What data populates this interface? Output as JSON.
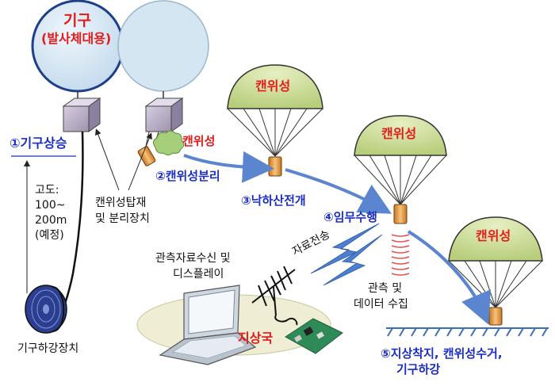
{
  "balloon": {
    "title": "기구",
    "subtitle": "(발사체대용)"
  },
  "steps": {
    "ascent": "①기구상승",
    "separation": "②캔위성분리",
    "deploy": "③낙하산전개",
    "mission": "④임무수행",
    "landing_line1": "⑤지상착지, 캔위성수거,",
    "landing_line2": "기구하강"
  },
  "labels": {
    "cansat": "캔위성",
    "altitude_line1": "고도:",
    "altitude_line2": "100~",
    "altitude_line3": "200m",
    "altitude_line4": "(예정)",
    "mount_line1": "캔위성탑재",
    "mount_line2": "및 분리장치",
    "winch": "기구하강장치",
    "receive_line1": "관측자료수신 및",
    "receive_line2": "디스플레이",
    "transmit": "자료전송",
    "observe_line1": "관측 및",
    "observe_line2": "데이터 수집",
    "ground_station": "지상국"
  },
  "colors": {
    "red": "#e31b1b",
    "blue": "#1c2fc4",
    "canopy": "#d6e3a6",
    "balloon": "#d8e8f4",
    "arrow": "#5b86cf",
    "ground": "#3b6fb8"
  }
}
